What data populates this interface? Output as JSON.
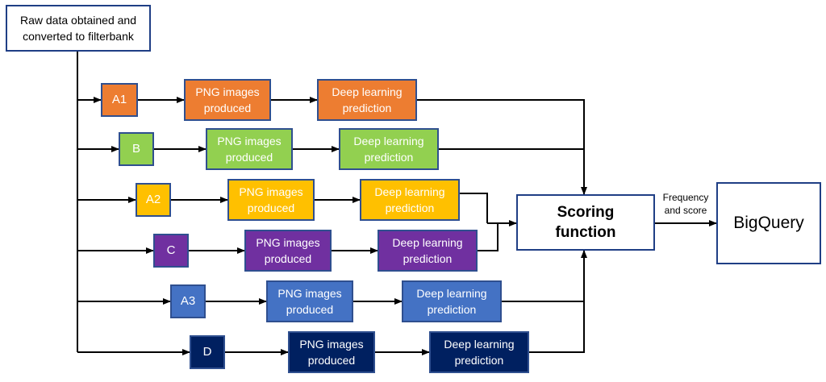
{
  "source": {
    "label_line1": "Raw data obtained and",
    "label_line2": "converted to filterbank"
  },
  "pipelines": [
    {
      "id": "A1",
      "label": "A1",
      "color": "#ED7D31",
      "png_line1": "PNG images",
      "png_line2": "produced",
      "dl_line1": "Deep learning",
      "dl_line2": "prediction"
    },
    {
      "id": "B",
      "label": "B",
      "color": "#92D050",
      "png_line1": "PNG images",
      "png_line2": "produced",
      "dl_line1": "Deep learning",
      "dl_line2": "prediction"
    },
    {
      "id": "A2",
      "label": "A2",
      "color": "#FFC000",
      "png_line1": "PNG images",
      "png_line2": "produced",
      "dl_line1": "Deep learning",
      "dl_line2": "prediction"
    },
    {
      "id": "C",
      "label": "C",
      "color": "#7030A0",
      "png_line1": "PNG images",
      "png_line2": "produced",
      "dl_line1": "Deep learning",
      "dl_line2": "prediction"
    },
    {
      "id": "A3",
      "label": "A3",
      "color": "#4472C4",
      "png_line1": "PNG images",
      "png_line2": "produced",
      "dl_line1": "Deep learning",
      "dl_line2": "prediction"
    },
    {
      "id": "D",
      "label": "D",
      "color": "#002060",
      "png_line1": "PNG images",
      "png_line2": "produced",
      "dl_line1": "Deep learning",
      "dl_line2": "prediction"
    }
  ],
  "scoring": {
    "label_line1": "Scoring",
    "label_line2": "function"
  },
  "edge_label": {
    "line1": "Frequency",
    "line2": "and score"
  },
  "sink": {
    "label": "BigQuery"
  },
  "colors": {
    "border": "#2F4F8F",
    "wire": "#000000"
  }
}
